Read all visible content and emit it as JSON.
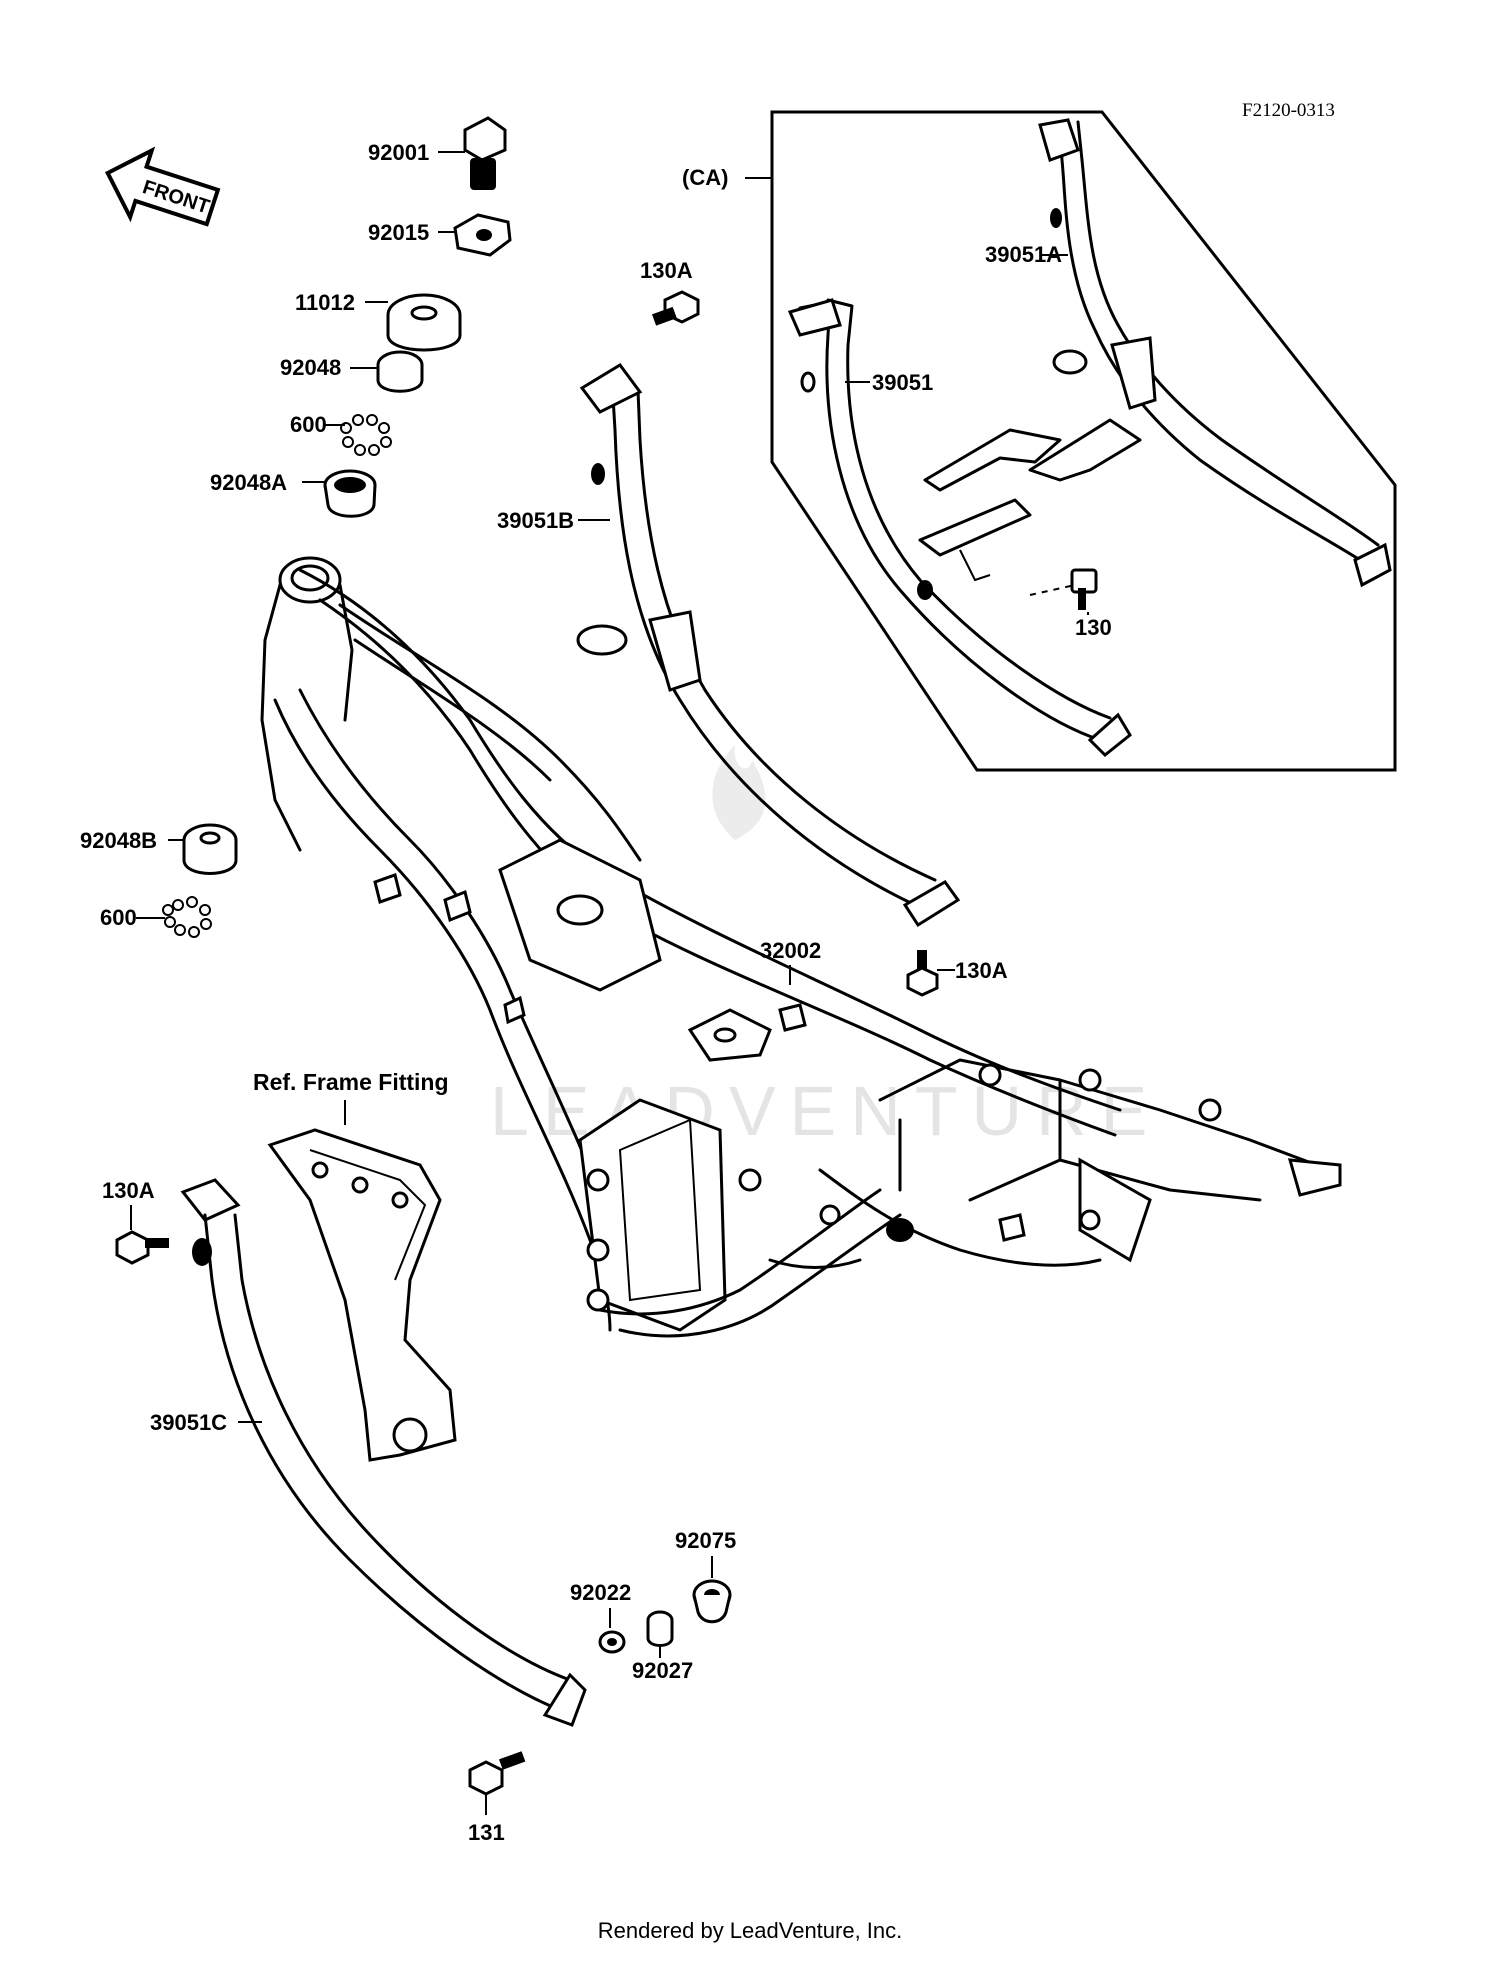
{
  "diagram_code": "F2120-0313",
  "front_label": "FRONT",
  "watermark": "LEADVENTURE",
  "reference_note": "Ref. Frame Fitting",
  "california_label": "(CA)",
  "footer": "Rendered by LeadVenture, Inc.",
  "parts": {
    "p92001": "92001",
    "p92015": "92015",
    "p11012": "11012",
    "p92048": "92048",
    "p600a": "600",
    "p92048A": "92048A",
    "p92048B": "92048B",
    "p600b": "600",
    "p130A_top": "130A",
    "p39051B": "39051B",
    "p39051": "39051",
    "p39051A": "39051A",
    "p130": "130",
    "p32002": "32002",
    "p130A_mid": "130A",
    "p130A_left": "130A",
    "p39051C": "39051C",
    "p92075": "92075",
    "p92022": "92022",
    "p92027": "92027",
    "p131": "131"
  }
}
